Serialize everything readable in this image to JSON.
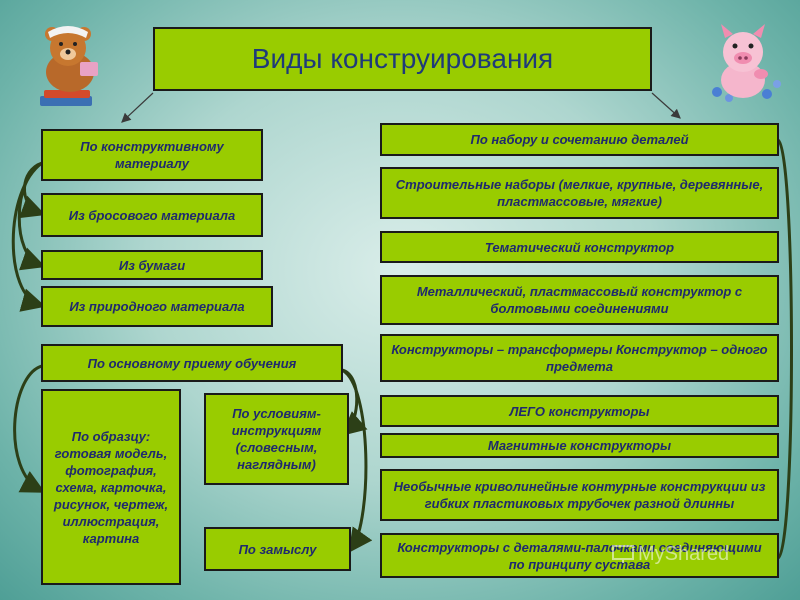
{
  "title": "Виды конструирования",
  "left_top": {
    "header": "По конструктивному материалу",
    "items": [
      "Из бросового материала",
      "Из бумаги",
      "Из природного материала"
    ]
  },
  "left_bottom": {
    "header": "По основному приему обучения",
    "model": "По образцу: готовая модель, фотография, схема, карточка, рисунок, чертеж, иллюстрация, картина",
    "conditions": "По условиям-инструкциям (словесным, наглядным)",
    "design": "По замыслу"
  },
  "right": {
    "header": "По набору и сочетанию деталей",
    "items": [
      "Строительные наборы (мелкие, крупные, деревянные, пластмассовые, мягкие)",
      "Тематический конструктор",
      "Металлический, пластмассовый конструктор с болтовыми соединениями",
      "Конструкторы – трансформеры Конструктор – одного предмета",
      "ЛЕГО конструкторы",
      "Магнитные конструкторы",
      "Необычные криволинейные контурные конструкции из гибких пластиковых трубочек разной длинны",
      "Конструкторы с деталями-палочками соединяющими по принципу сустава"
    ]
  },
  "watermark": "MyShared"
}
